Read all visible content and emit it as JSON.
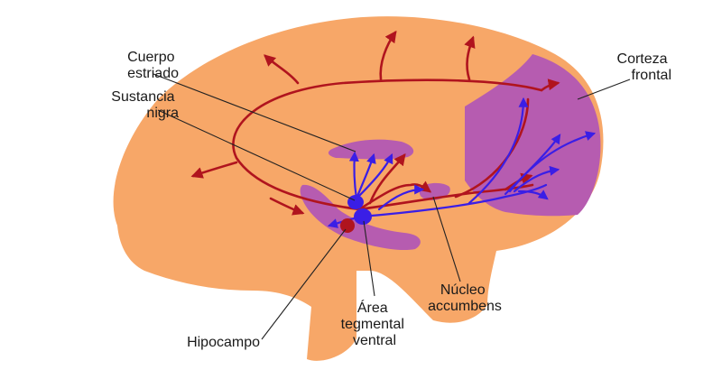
{
  "labels": {
    "cuerpo_estriado": [
      "Cuerpo",
      "estriado"
    ],
    "sustancia_nigra": [
      "Sustancia",
      "nigra"
    ],
    "corteza_frontal": [
      "Corteza",
      "frontal"
    ],
    "nucleo_accumbens": [
      "Núcleo",
      "accumbens"
    ],
    "area_tegmental_ventral": [
      "Área",
      "tegmental",
      "ventral"
    ],
    "hipocampo": [
      "Hipocampo"
    ]
  },
  "colors": {
    "brain": "#f7a768",
    "region": "#b65cb0",
    "mesocortical_pathway": "#b0141e",
    "nigrostriatal_pathway": "#3a1ee6",
    "nucleus_vta": "#3a1ee6",
    "nucleus_red": "#b0141e"
  }
}
